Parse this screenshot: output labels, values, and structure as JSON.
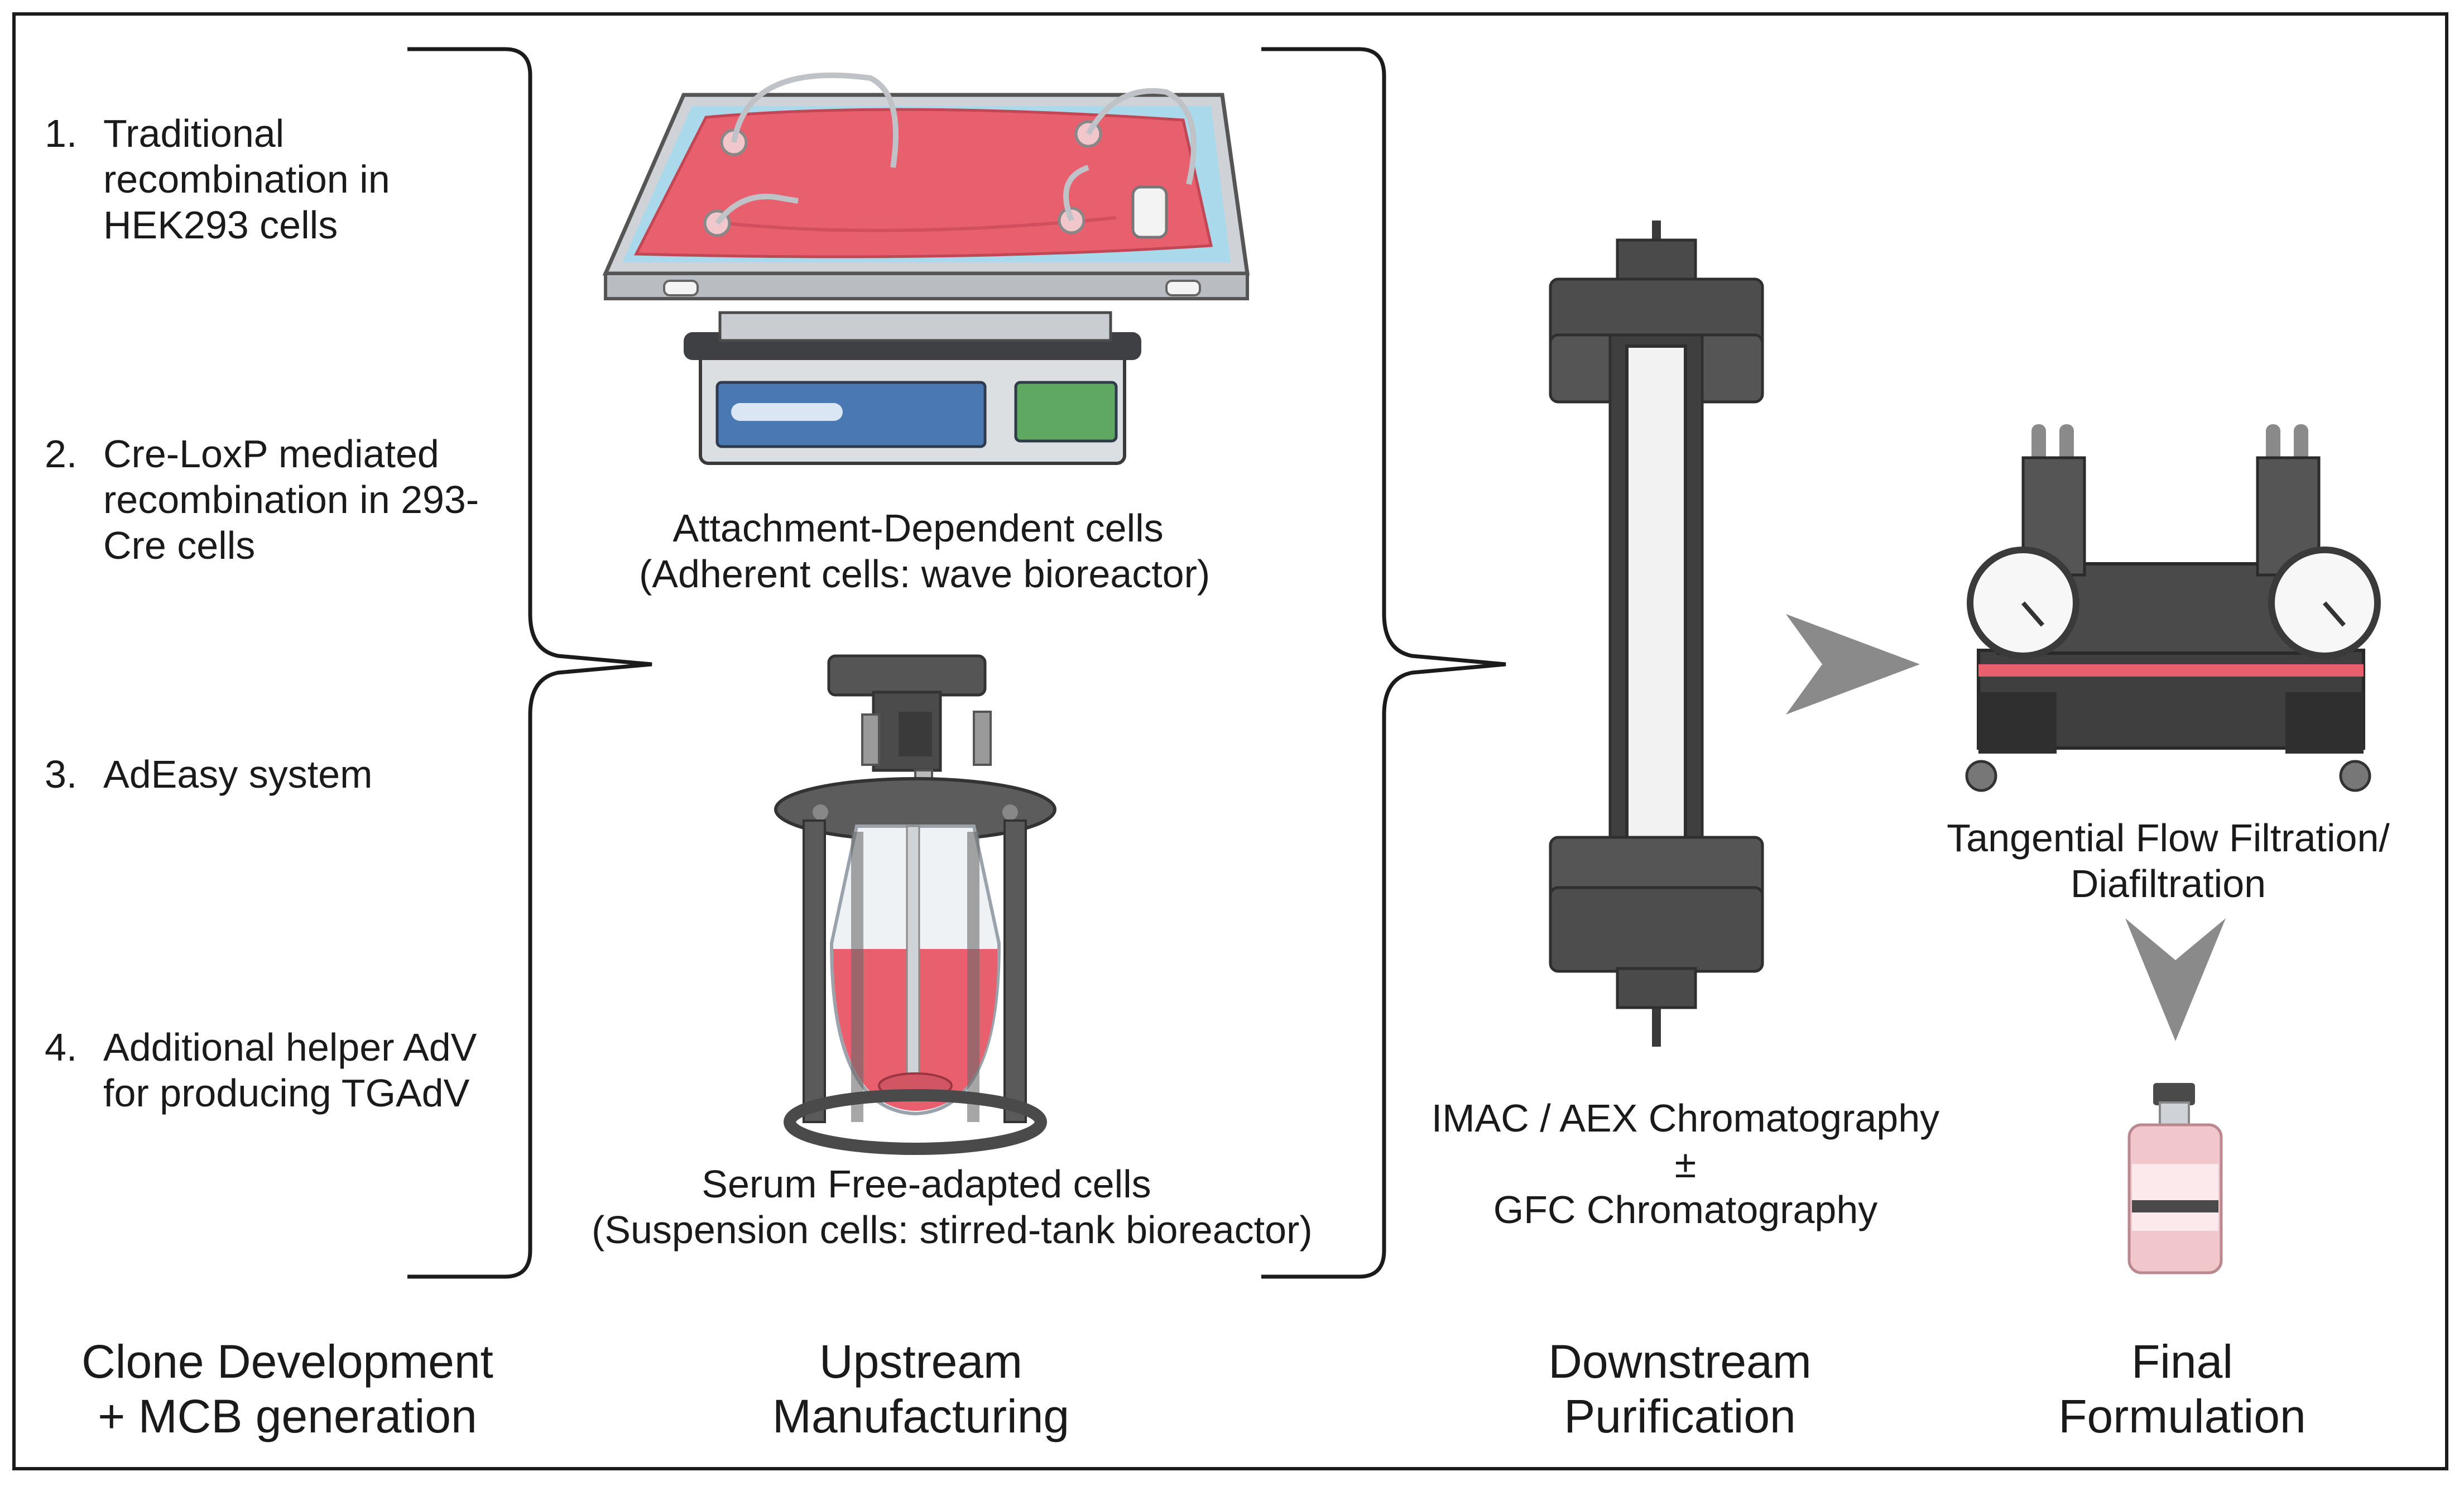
{
  "steps": [
    {
      "num": "1.",
      "lines": [
        "Traditional",
        "recombination in",
        "HEK293 cells"
      ]
    },
    {
      "num": "2.",
      "lines": [
        "Cre-LoxP mediated",
        "recombination in 293-",
        "Cre cells"
      ]
    },
    {
      "num": "3.",
      "lines": [
        "AdEasy system"
      ]
    },
    {
      "num": "4.",
      "lines": [
        "Additional helper AdV",
        "for producing TGAdV"
      ]
    }
  ],
  "upstream": {
    "adherent_caption": [
      "Attachment-Dependent cells",
      "(Adherent cells: wave bioreactor)"
    ],
    "suspension_caption": [
      "Serum Free-adapted cells",
      "(Suspension cells: stirred-tank bioreactor)"
    ]
  },
  "downstream": {
    "caption": [
      "IMAC / AEX Chromatography",
      "±",
      "GFC Chromatography"
    ]
  },
  "tff": {
    "caption": [
      "Tangential Flow Filtration/",
      "Diafiltration"
    ]
  },
  "footers": {
    "clone": [
      "Clone Development",
      "+ MCB generation"
    ],
    "upstream": [
      "Upstream",
      "Manufacturing"
    ],
    "downstream": [
      "Downstream",
      "Purification"
    ],
    "final": [
      "Final",
      "Formulation"
    ]
  },
  "icons": [
    "wave-bioreactor-icon",
    "stirred-tank-bioreactor-icon",
    "chromatography-column-icon",
    "tff-cassette-icon",
    "vial-icon",
    "chevron-right-icon",
    "chevron-down-icon"
  ],
  "colors": {
    "media_pink": "#e8606e",
    "steel": "#4a4a4a",
    "arrow_gray": "#8a8a8a"
  }
}
